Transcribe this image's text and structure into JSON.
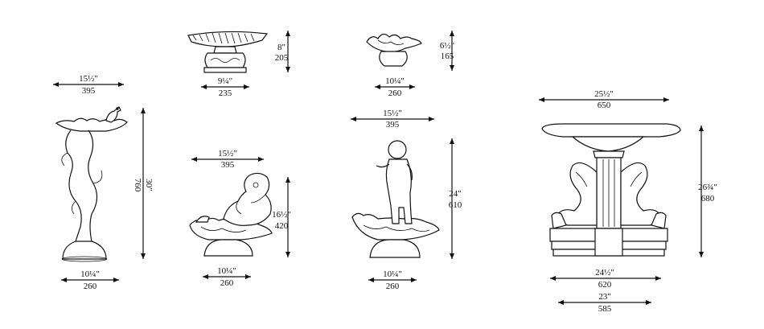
{
  "drawings": [
    {
      "name": "bird-bowl-birdbath",
      "icon": "birdbath-with-bird-figure-icon",
      "width": {
        "in": "15½\"",
        "mm": "395"
      },
      "height": {
        "in": "30\"",
        "mm": "760"
      },
      "base": {
        "in": "10¼\"",
        "mm": "260"
      }
    },
    {
      "name": "urn-planter",
      "icon": "fluted-urn-planter-icon",
      "height": {
        "in": "8\"",
        "mm": "205"
      },
      "base": {
        "in": "9¼\"",
        "mm": "235"
      }
    },
    {
      "name": "shell-dish",
      "icon": "shell-dish-icon",
      "height": {
        "in": "6½\"",
        "mm": "165"
      },
      "base": {
        "in": "10¼\"",
        "mm": "260"
      }
    },
    {
      "name": "reclining-cherub-shell",
      "icon": "reclining-cherub-on-shell-icon",
      "width": {
        "in": "15½\"",
        "mm": "395"
      },
      "height": {
        "in": "16½\"",
        "mm": "420"
      },
      "base": {
        "in": "10¼\"",
        "mm": "260"
      }
    },
    {
      "name": "standing-cherub-shell",
      "icon": "standing-cherub-on-shell-icon",
      "width": {
        "in": "15½\"",
        "mm": "395"
      },
      "height": {
        "in": "24\"",
        "mm": "610"
      },
      "base": {
        "in": "10¼\"",
        "mm": "260"
      }
    },
    {
      "name": "dolphin-pedestal-birdbath",
      "icon": "dolphin-pedestal-birdbath-icon",
      "width": {
        "in": "25½\"",
        "mm": "650"
      },
      "height": {
        "in": "26¾\"",
        "mm": "680"
      },
      "base": {
        "in": "24½\"",
        "mm": "620"
      },
      "base2": {
        "in": "23\"",
        "mm": "585"
      }
    }
  ]
}
